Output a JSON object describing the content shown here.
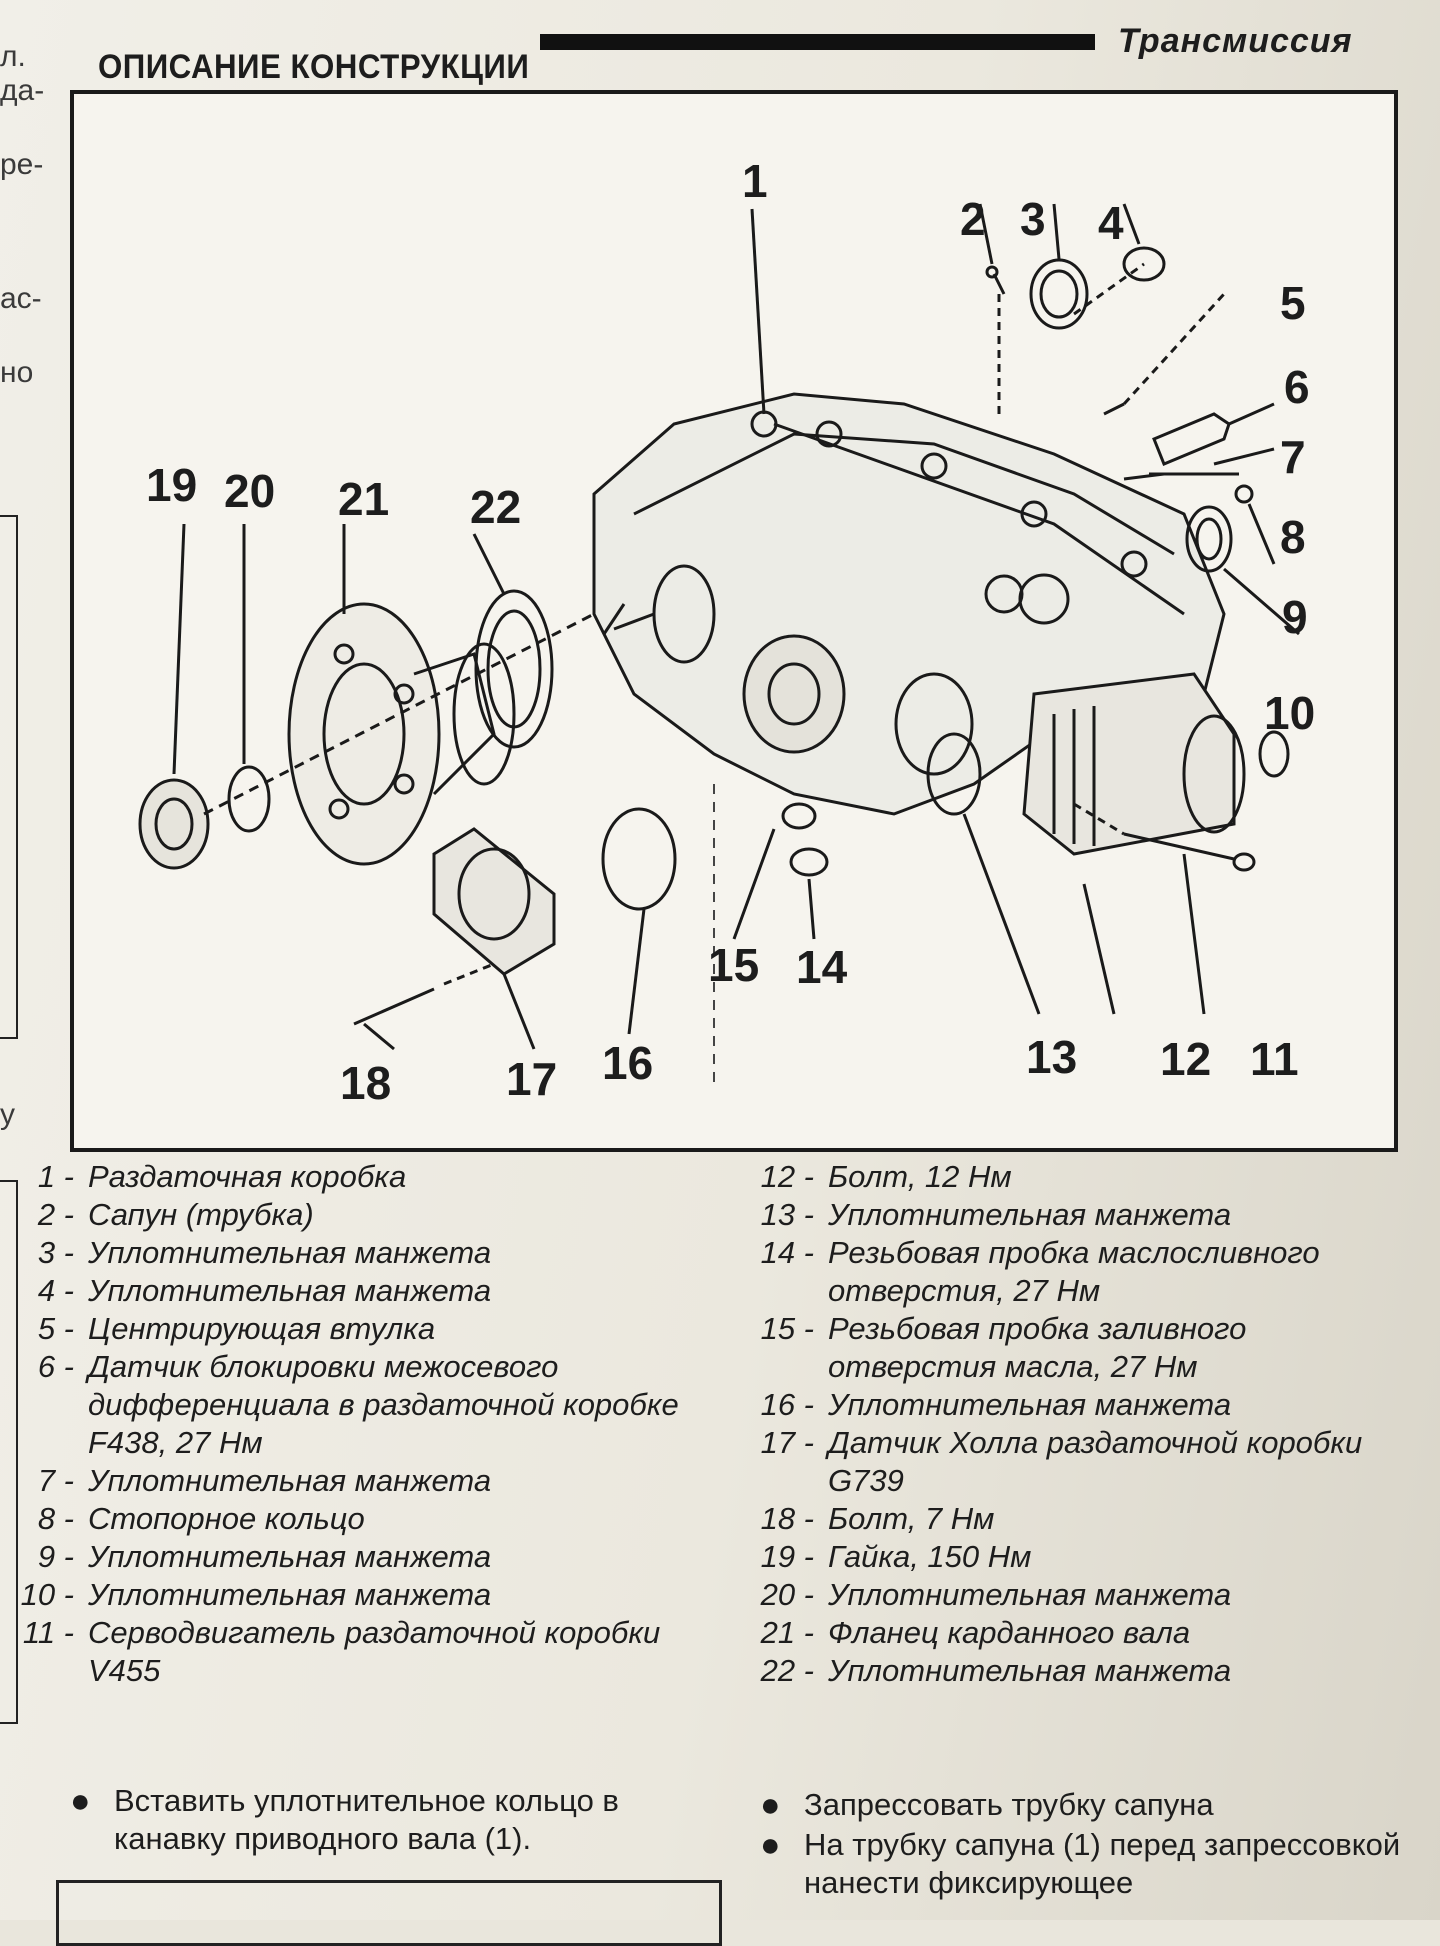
{
  "margin_fragments": [
    "л.",
    "да-",
    "ре-",
    "ас-",
    "но",
    "у"
  ],
  "header": {
    "running_head": "Трансмиссия",
    "section_title": "ОПИСАНИЕ КОНСТРУКЦИИ"
  },
  "figure": {
    "callouts": [
      "1",
      "2",
      "3",
      "4",
      "5",
      "6",
      "7",
      "8",
      "9",
      "10",
      "11",
      "12",
      "13",
      "14",
      "15",
      "16",
      "17",
      "18",
      "19",
      "20",
      "21",
      "22"
    ]
  },
  "legend": {
    "left": [
      {
        "num": "1 -",
        "text": "Раздаточная коробка"
      },
      {
        "num": "2 -",
        "text": "Сапун (трубка)"
      },
      {
        "num": "3 -",
        "text": "Уплотнительная манжета"
      },
      {
        "num": "4 -",
        "text": "Уплотнительная манжета"
      },
      {
        "num": "5 -",
        "text": "Центрирующая втулка"
      },
      {
        "num": "6 -",
        "text": "Датчик блокировки межосевого дифференциала в раздаточной коробке F438, 27 Нм"
      },
      {
        "num": "7 -",
        "text": "Уплотнительная манжета"
      },
      {
        "num": "8 -",
        "text": "Стопорное кольцо"
      },
      {
        "num": "9 -",
        "text": "Уплотнительная манжета"
      },
      {
        "num": "10 -",
        "text": "Уплотнительная манжета"
      },
      {
        "num": "11 -",
        "text": "Серводвигатель раздаточной коробки V455"
      }
    ],
    "right": [
      {
        "num": "12 -",
        "text": "Болт, 12 Нм"
      },
      {
        "num": "13 -",
        "text": "Уплотнительная манжета"
      },
      {
        "num": "14 -",
        "text": "Резьбовая пробка маслосливного отверстия, 27 Нм"
      },
      {
        "num": "15 -",
        "text": "Резьбовая пробка заливного отверстия масла, 27 Нм"
      },
      {
        "num": "16 -",
        "text": "Уплотнительная манжета"
      },
      {
        "num": "17 -",
        "text": "Датчик Холла раздаточной коробки G739"
      },
      {
        "num": "18 -",
        "text": "Болт, 7 Нм"
      },
      {
        "num": "19 -",
        "text": "Гайка, 150 Нм"
      },
      {
        "num": "20 -",
        "text": "Уплотнительная манжета"
      },
      {
        "num": "21 -",
        "text": "Фланец карданного вала"
      },
      {
        "num": "22 -",
        "text": "Уплотнительная манжета"
      }
    ]
  },
  "instructions": {
    "left": [
      "Вставить уплотнительное кольцо в канавку приводного вала (1)."
    ],
    "right": [
      "Запрессовать трубку сапуна",
      "На трубку сапуна (1) перед запрессовкой нанести фиксирующее"
    ]
  }
}
